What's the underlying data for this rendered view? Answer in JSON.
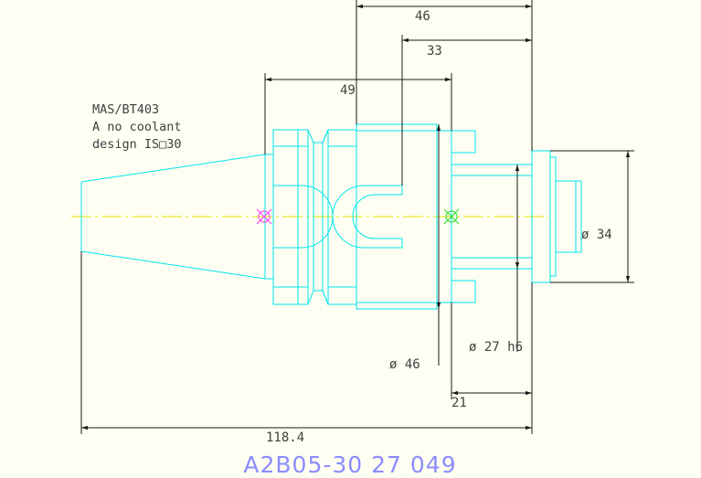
{
  "notes": {
    "line1": "MAS/BT403",
    "line2": "A no coolant",
    "line3": "design IS□30"
  },
  "dimensions": {
    "top_46": "46",
    "top_33": "33",
    "top_49": "49",
    "dia_34": "ø 34",
    "dia_27": "ø 27 h6",
    "dia_46": "ø 46",
    "len_21": "21",
    "len_118": "118.4"
  },
  "title": "A2B05-30 27 049",
  "colors": {
    "outline": "#00e5ee",
    "dimension": "#1a1a1a",
    "centerline": "#e6e600",
    "title": "#8c8cff",
    "mark_left": "#ff33ff",
    "mark_right": "#22dd22"
  }
}
